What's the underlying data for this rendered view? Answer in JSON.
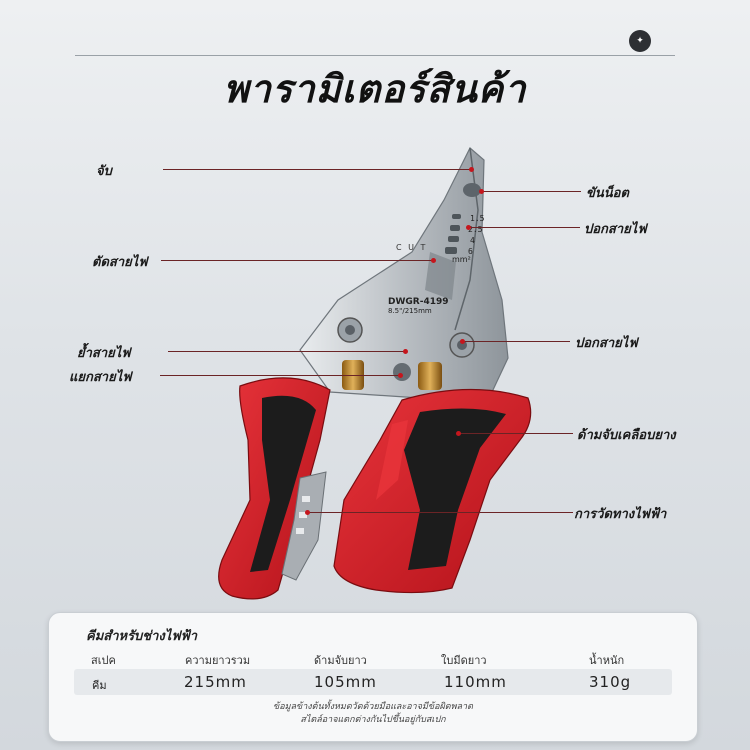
{
  "header": {
    "title": "พารามิเตอร์สินค้า",
    "logo_icon": "tool-brand-logo-icon"
  },
  "product_image": {
    "model": "DWGR-4199",
    "size_marking": "8.5\"/215mm",
    "cut_marking": "C U T",
    "gauge_marks": [
      "1.5",
      "2.5",
      "4",
      "6"
    ],
    "unit_marking": "mm²",
    "accent": "#c5161d",
    "handle_red": "#d41f26",
    "handle_black": "#1c1c1c"
  },
  "callouts": {
    "grip": "จับ",
    "screw_clamp": "ขันน็อต",
    "strip_upper": "ปอกสายไฟ",
    "cut_wire": "ตัดสายไฟ",
    "crimp_wire": "ย้ำสายไฟ",
    "strip_lower": "ปอกสายไฟ",
    "split_wire": "แยกสายไฟ",
    "rubber_handle": "ด้ามจับเคลือบยาง",
    "tester": "การวัดทางไฟฟ้า"
  },
  "spec": {
    "title": "คีมสำหรับช่างไฟฟ้า",
    "headers": [
      "สเปค",
      "ความยาวรวม",
      "ด้ามจับยาว",
      "ใบมีดยาว",
      "น้ำหนัก"
    ],
    "row": [
      "คีม",
      "215mm",
      "105mm",
      "110mm",
      "310g"
    ],
    "note_1": "ข้อมูลข้างต้นทั้งหมดวัดด้วยมือและอาจมีข้อผิดพลาด",
    "note_2": "สไตล์อาจแตกต่างกันไปขึ้นอยู่กับสเปก"
  }
}
